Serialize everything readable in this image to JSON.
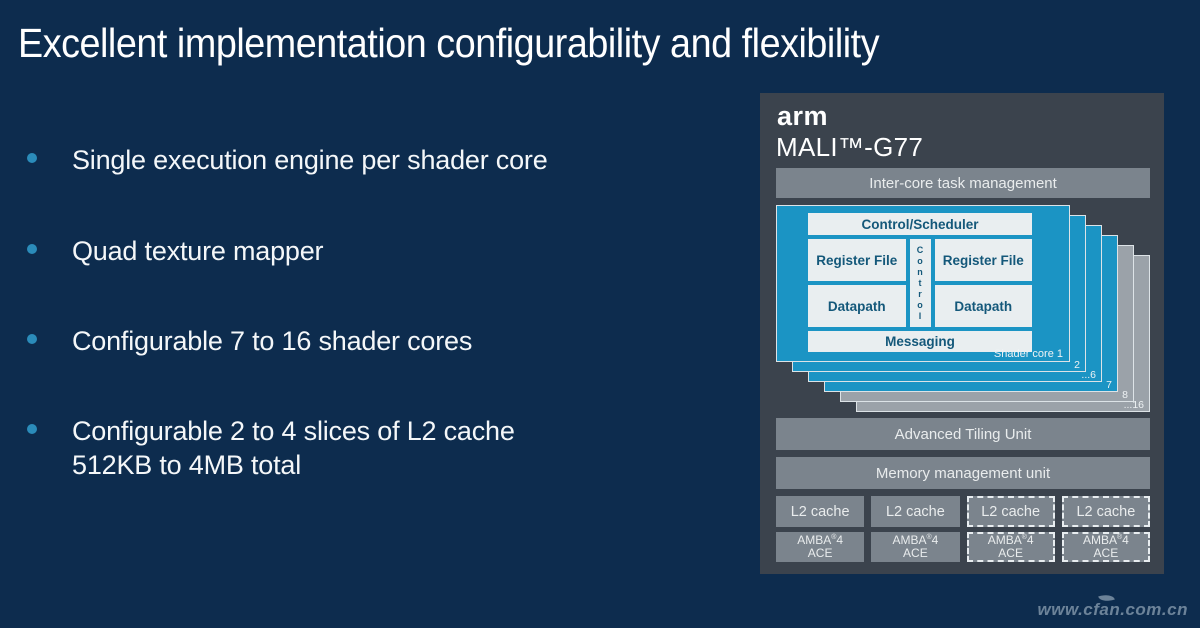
{
  "slide": {
    "title": "Excellent implementation configurability and flexibility",
    "bullets": [
      {
        "line1": "Single execution engine per shader core",
        "line2": ""
      },
      {
        "line1": "Quad texture mapper",
        "line2": ""
      },
      {
        "line1": "Configurable 7 to 16 shader cores",
        "line2": ""
      },
      {
        "line1": "Configurable 2 to 4 slices of L2 cache",
        "line2": "512KB to 4MB total"
      }
    ]
  },
  "panel": {
    "brand": "arm",
    "product": "MALI™-G77",
    "intercore_bar": "Inter-core task management",
    "shader_core": {
      "scheduler": "Control/Scheduler",
      "register_file_left": "Register File",
      "register_file_right": "Register File",
      "control_vertical": "Control",
      "datapath_left": "Datapath",
      "datapath_right": "Datapath",
      "messaging": "Messaging",
      "label": "Shader core 1",
      "stack_labels": [
        "2",
        "...6",
        "7",
        "8",
        "...16"
      ]
    },
    "atu_bar": "Advanced Tiling Unit",
    "mmu_bar": "Memory management unit",
    "l2": [
      "L2 cache",
      "L2 cache",
      "L2 cache",
      "L2 cache"
    ],
    "amba_brand": "AMBA",
    "amba_reg": "®",
    "amba_ver": "4",
    "amba_line2": "ACE"
  },
  "watermark": "www.cfan.com.cn",
  "colors": {
    "background": "#0d2c4e",
    "panel": "#3b434d",
    "gray_bar": "#7b848d",
    "shader_blue": "#1b94c4",
    "ghost_gray": "#9ba2a9",
    "inner_box": "#e9eef0",
    "inner_text": "#14587a",
    "bullet_dot": "#2b8cba"
  }
}
